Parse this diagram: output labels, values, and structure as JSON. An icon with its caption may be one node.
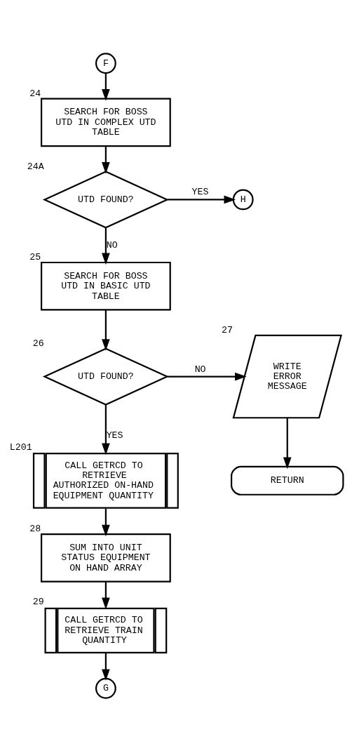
{
  "diagram": {
    "nodes": [
      {
        "text": [
          "F"
        ]
      },
      {
        "text": [
          "SEARCH FOR BOSS UTD IN COMPLEX UTD TABLE"
        ],
        "beside": [
          "24"
        ]
      },
      {
        "text": [
          "UTD FOUND?"
        ],
        "beside": [
          "24A"
        ]
      },
      {
        "text": [
          "H"
        ]
      },
      {
        "text": [
          "SEARCH FOR BOSS UTD IN BASIC UTD TABLE"
        ],
        "beside": [
          "25"
        ]
      },
      {
        "text": [
          "UTD FOUND?"
        ],
        "beside": [
          "26"
        ]
      },
      {
        "text": [
          "WRITE ERROR MESSAGE"
        ],
        "beside": [
          "27"
        ]
      },
      {
        "text": [
          "RETURN"
        ]
      },
      {
        "text": [
          "CALL GETRCD TO RETRIEVE AUTHORIZED ON-HAND EQUIPMENT QUANTITY"
        ],
        "beside": [
          "L201"
        ]
      },
      {
        "text": [
          "SUM INTO UNIT STATUS EQUIPMENT ON HAND ARRAY"
        ],
        "beside": [
          "28"
        ]
      },
      {
        "text": [
          "CALL GETRCD TO RETRIEVE TRAIN QUANTITY"
        ],
        "beside": [
          "29"
        ]
      },
      {
        "text": [
          "G"
        ]
      }
    ],
    "edges": [
      {
        "from": 0,
        "to": 1,
        "arrow": "to"
      },
      {
        "from": 1,
        "to": 2,
        "arrow": "to"
      },
      {
        "from": 2,
        "to": 3,
        "arrow": "to",
        "label": "YES"
      },
      {
        "from": 2,
        "to": 4,
        "arrow": "to",
        "label": "NO"
      },
      {
        "from": 4,
        "to": 5,
        "arrow": "to"
      },
      {
        "from": 5,
        "to": 6,
        "arrow": "to",
        "label": "NO"
      },
      {
        "from": 6,
        "to": 7,
        "arrow": "to"
      },
      {
        "from": 5,
        "to": 8,
        "arrow": "to",
        "label": "YES"
      },
      {
        "from": 8,
        "to": 9,
        "arrow": "to"
      },
      {
        "from": 9,
        "to": 10,
        "arrow": "to"
      },
      {
        "from": 10,
        "to": 11,
        "arrow": "to"
      }
    ]
  }
}
